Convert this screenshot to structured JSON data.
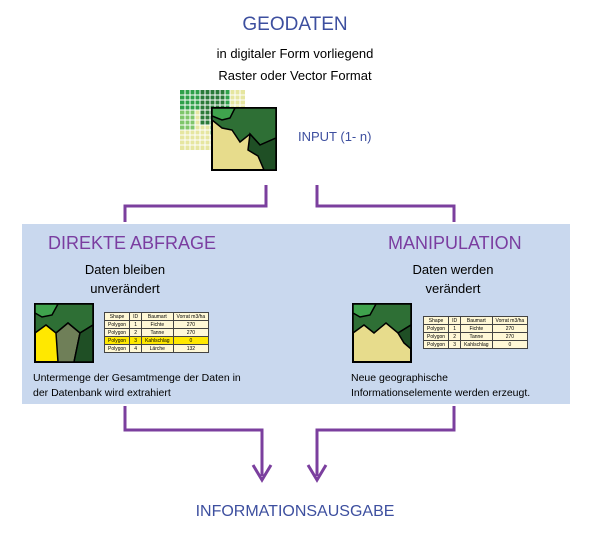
{
  "top": {
    "title": "GEODATEN",
    "line1": "in digitaler Form vorliegend",
    "line2": "Raster oder Vector Format",
    "input_label": "INPUT (1- n)"
  },
  "left": {
    "heading": "DIREKTE ABFRAGE",
    "status_line1": "Daten bleiben",
    "status_line2": "unverändert",
    "description_line1": "Untermenge der Gesamtmenge der Daten in",
    "description_line2": "der Datenbank wird extrahiert",
    "table": {
      "headers": [
        "Shape",
        "ID",
        "Baumart",
        "Vorrat m3/ha"
      ],
      "rows": [
        [
          "Polygon",
          "1",
          "Fichte",
          "270"
        ],
        [
          "Polygon",
          "2",
          "Tanne",
          "270"
        ],
        [
          "Polygon",
          "3",
          "Kahlschlag",
          "0"
        ],
        [
          "Polygon",
          "4",
          "Lärche",
          "132"
        ]
      ],
      "highlighted_row": 3
    }
  },
  "right": {
    "heading": "MANIPULATION",
    "status_line1": "Daten werden",
    "status_line2": "verändert",
    "description_line1": "Neue geographische",
    "description_line2": "Informationselemente werden erzeugt.",
    "table": {
      "headers": [
        "Shape",
        "ID",
        "Baumart",
        "Vorrat m3/ha"
      ],
      "rows": [
        [
          "Polygon",
          "1",
          "Fichte",
          "270"
        ],
        [
          "Polygon",
          "2",
          "Tanne",
          "270"
        ],
        [
          "Polygon",
          "3",
          "Kahlschlag",
          "0"
        ]
      ]
    }
  },
  "bottom": {
    "output_label": "INFORMATIONSAUSGABE"
  },
  "colors": {
    "title_blue": "#3d4f9f",
    "heading_purple": "#7a3da0",
    "connector_purple": "#7b3f9e",
    "panel_blue": "#c9d8ee",
    "highlight_yellow": "#ffe800"
  }
}
